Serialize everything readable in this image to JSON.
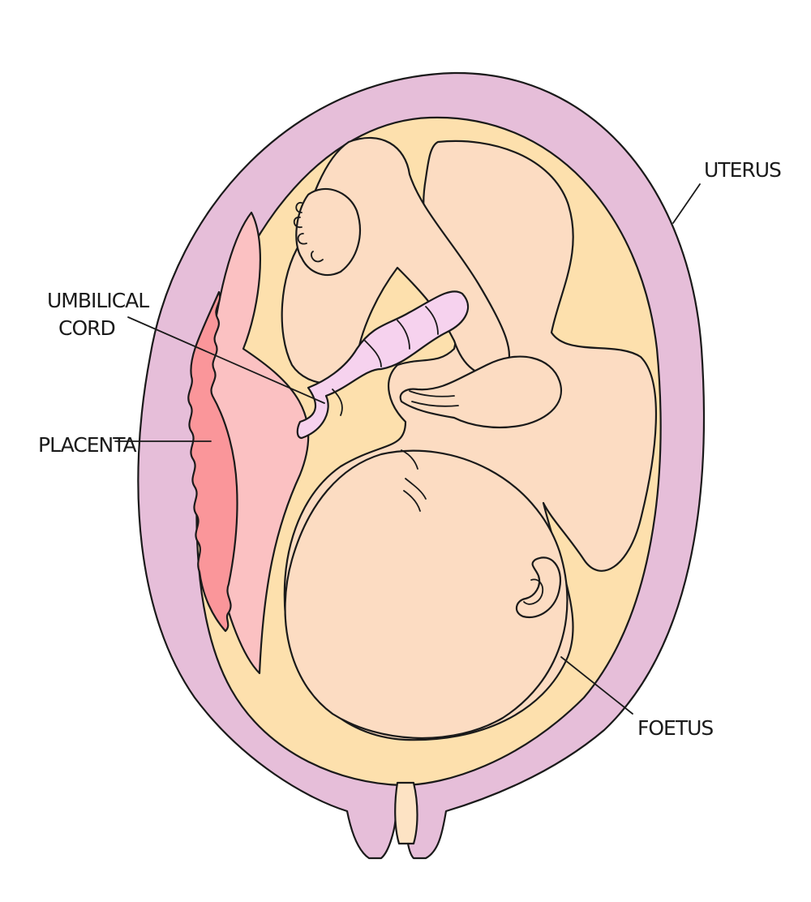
{
  "labels": {
    "uterus": "UTERUS",
    "umbilical_cord_line1": "UMBILICAL",
    "umbilical_cord_line2": "CORD",
    "placenta": "PLACENTA",
    "foetus": "FOETUS"
  },
  "colors": {
    "uterus_wall": "#e6bed9",
    "amniotic_fluid": "#fde0ad",
    "foetus_skin": "#fcdcc2",
    "placenta_outer": "#fbc1c2",
    "placenta_inner": "#fa969a",
    "umbilical_cord": "#f6d2ee",
    "cervix": "#fde3c4",
    "outline": "#1a1a1a"
  }
}
